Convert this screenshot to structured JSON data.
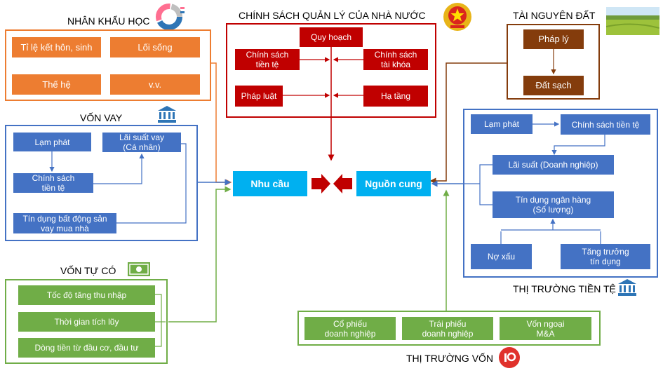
{
  "demographics": {
    "title": "NHÂN KHẨU HỌC",
    "items": [
      "Tỉ lệ kết hôn, sinh",
      "Lối sống",
      "Thế hệ",
      "v.v."
    ]
  },
  "state_policy": {
    "title": "CHÍNH SÁCH QUẢN LÝ CỦA NHÀ NƯỚC",
    "planning": "Quy hoạch",
    "monetary_policy": "Chính sách\ntiền tệ",
    "fiscal_policy": "Chính sách\ntài khóa",
    "law": "Pháp luật",
    "infrastructure": "Hạ tầng"
  },
  "land": {
    "title": "TÀI NGUYÊN ĐẤT",
    "legal": "Pháp lý",
    "clean_land": "Đất sạch"
  },
  "loans": {
    "title": "VỐN VAY",
    "inflation": "Lạm phát",
    "interest_rate": "Lãi suất vay\n(Cá nhân)",
    "monetary_policy": "Chính sách\ntiền tệ",
    "mortgage": "Tín dụng bất động sản\nvay mua nhà"
  },
  "center": {
    "demand": "Nhu cầu",
    "supply": "Nguồn cung"
  },
  "money_market": {
    "title": "THỊ TRƯỜNG TIỀN TỆ",
    "inflation": "Lạm phát",
    "monetary_policy": "Chính sách tiền tệ",
    "interest_rate": "Lãi suất (Doanh nghiệp)",
    "bank_credit": "Tín dụng ngân hàng\n(Số lượng)",
    "bad_debt": "Nợ xấu",
    "credit_growth": "Tăng trưởng\ntín dụng"
  },
  "own_capital": {
    "title": "VỐN TỰ CÓ",
    "items": [
      "Tốc độ tăng thu nhập",
      "Thời gian tích lũy",
      "Dòng tiền từ đầu cơ, đầu tư"
    ]
  },
  "capital_market": {
    "title": "THỊ TRƯỜNG VỐN",
    "items": [
      "Cổ phiếu\ndoanh nghiệp",
      "Trái phiếu\ndoanh nghiệp",
      "Vốn ngoại\nM&A"
    ]
  },
  "colors": {
    "orange": "#ed7d31",
    "blue": "#4472c4",
    "red": "#c00000",
    "green": "#70ad47",
    "brown": "#843c0c",
    "cyan": "#00b0f0"
  },
  "icons": [
    "pie-chart-icon",
    "vietnam-emblem-icon",
    "rice-field-icon",
    "bank-icon",
    "banknote-icon",
    "capital-logo-icon"
  ]
}
